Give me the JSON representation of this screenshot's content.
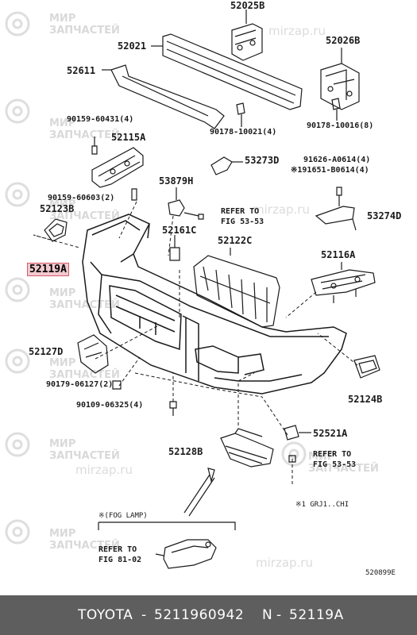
{
  "watermark": {
    "brand_line1": "МИР",
    "brand_line2": "ЗАПЧАСТЕЙ",
    "url": "mirzap.ru"
  },
  "parts": {
    "p52025B": "52025B",
    "p52021": "52021",
    "p52026B": "52026B",
    "p52611": "52611",
    "p90159_60431": "90159-60431(4)",
    "p90178_10021": "90178-10021(4)",
    "p90178_10016": "90178-10016(8)",
    "p52115A": "52115A",
    "p53273D": "53273D",
    "p91626": "91626-A0614(4)",
    "p91651": "※191651-B0614(4)",
    "p53879H": "53879H",
    "p90159_60603": "90159-60603(2)",
    "p52123B": "52123B",
    "p53274D": "53274D",
    "p52161C": "52161C",
    "p52122C": "52122C",
    "p52116A": "52116A",
    "p52119A": "52119A",
    "p52127D": "52127D",
    "p90179_06127": "90179-06127(2)",
    "p90109_06325": "90109-06325(4)",
    "p52124B": "52124B",
    "p52521A": "52521A",
    "p52128B": "52128B"
  },
  "refs": {
    "refer_to": "REFER TO",
    "fig_53_53": "FIG 53-53",
    "fig_81_02": "FIG 81-02"
  },
  "notes": {
    "grj_note": "※1 GRJ1..CHI",
    "fog_lamp": "※(FOG LAMP)",
    "diagram_code": "520899E"
  },
  "footer": {
    "brand": "TOYOTA",
    "sep": "-",
    "part_number": "5211960942",
    "n_label": "N",
    "n_value": "52119A"
  },
  "colors": {
    "highlight_fill": "#f2c9cf",
    "highlight_border": "#d55a6a",
    "footer_bg": "#5e5e5e",
    "line": "#1a1a1a"
  }
}
